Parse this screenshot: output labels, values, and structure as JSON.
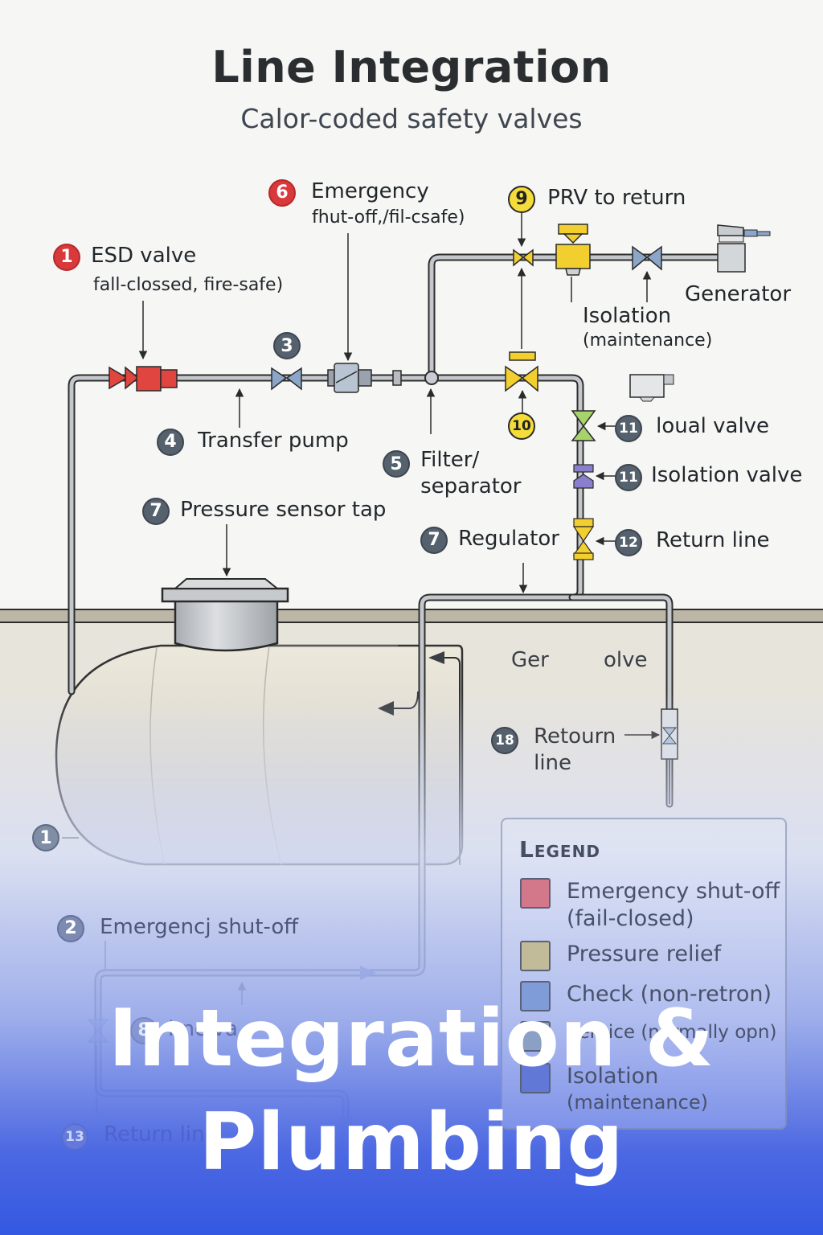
{
  "header": {
    "title": "Line Integration",
    "subtitle": "Calor-coded  safety valves"
  },
  "labels": {
    "esd": {
      "badge": "1",
      "line1": "ESD valve",
      "line2": "fall-clossed, fire-safe)"
    },
    "emergency": {
      "badge": "6",
      "line1": "Emergency",
      "line2": "fhut-off,/fil-csafe)"
    },
    "prv": {
      "badge": "9",
      "text": "PRV to return"
    },
    "generator": "Generator",
    "isolation_top": {
      "line1": "Isolation",
      "line2": "(maintenance)"
    },
    "valve3": {
      "badge": "3"
    },
    "transfer_pump": {
      "badge": "4",
      "text": "Transfer pump"
    },
    "filter": {
      "badge": "5",
      "line1": "Filter/",
      "line2": "separator"
    },
    "valve10": {
      "badge": "10"
    },
    "loual_valve": {
      "badge": "11",
      "text": "loual valve"
    },
    "isolation_valve": {
      "badge": "11",
      "text": "Isolation valve"
    },
    "return_line_12": {
      "badge": "12",
      "text": "Return line"
    },
    "pressure_tap": {
      "badge": "7",
      "text": "Pressure sensor tap"
    },
    "regulator": {
      "badge": "7",
      "text": "Regulator"
    },
    "ger_olve": {
      "part1": "Ger",
      "part2": "olve"
    },
    "retourn": {
      "badge": "18",
      "line1": "Retourn",
      "line2": "line"
    },
    "tank": {
      "badge": "1"
    },
    "emergency_2": {
      "badge": "2",
      "text": "Emergencj shut-off"
    },
    "check_valve_8": {
      "badge": "8",
      "text": "hnc va"
    },
    "return_line_13": {
      "badge": "13",
      "text": "Return line"
    }
  },
  "legend": {
    "title": "Legend",
    "items": [
      {
        "line1": "Emergency shut-off",
        "line2": "(fail-closed)",
        "color": "#d2788a"
      },
      {
        "line1": "Pressure relief",
        "line2": "",
        "color": "#c2bb9a"
      },
      {
        "line1": "Check (non-retron)",
        "line2": "",
        "color": "#7f9bd8"
      },
      {
        "line1": "Service (normally opn)",
        "line2": "",
        "color": "#8aa0c4"
      },
      {
        "line1": "Isolation",
        "line2": "(maintenance)",
        "color": "#6278d6"
      }
    ]
  },
  "overlay": {
    "line1": "Integration &",
    "line2": "Plumbing"
  },
  "colors": {
    "emergency_red": "#e0453f",
    "relief_yellow": "#f2ce2f",
    "isolation_blue": "#8ba6c8",
    "loual_green": "#a7d36c",
    "isolation_purple": "#8a7fcf",
    "pipe": "#b9bdc2"
  }
}
